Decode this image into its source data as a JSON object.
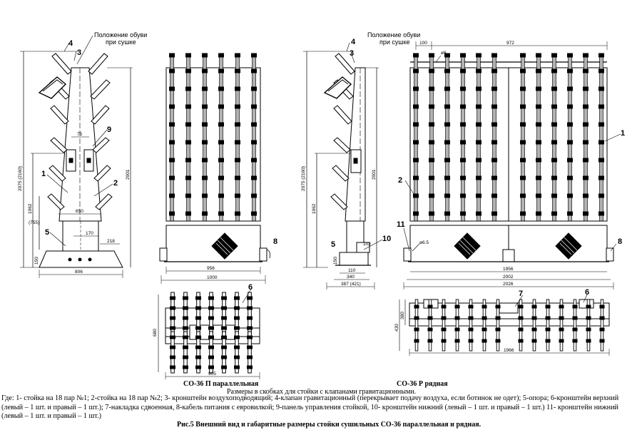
{
  "views": {
    "parallel_caption": "СО-36 П параллельная",
    "row_caption": "СО-36 Р рядная",
    "sizes_note": "Размеры в скобках для стойки с клапанами гравитационными."
  },
  "shoe_position": {
    "left": [
      "Положение обуви",
      "при сушке"
    ],
    "right": [
      "Положение обуви",
      "при сушке"
    ]
  },
  "callouts": {
    "side_left": [
      "4",
      "3",
      "9",
      "1",
      "2",
      "5"
    ],
    "front_left": [
      "8"
    ],
    "plan_left": [
      "6"
    ],
    "side_right": [
      "4",
      "3",
      "5",
      "10"
    ],
    "front_right": [
      "1",
      "2",
      "11",
      "8"
    ],
    "plan_right": [
      "7",
      "6"
    ]
  },
  "dimensions": {
    "side_left": {
      "total_height": "2075 (2160)",
      "height_2": "2001",
      "mid_height": "1062",
      "small_height": "(755)",
      "base_h": "150",
      "w75": "75",
      "w650": "650",
      "w170": "170",
      "w218": "218",
      "width": "806"
    },
    "front_left": {
      "w956": "956",
      "w1000": "1000"
    },
    "plan_left": {
      "depth": "680",
      "width": "905"
    },
    "side_right": {
      "total_height": "2075 (2160)",
      "height_2": "2001",
      "mid_height": "1062",
      "base_h": "150",
      "w110": "110",
      "w340": "340",
      "width": "387 (421)",
      "w102": "102"
    },
    "front_right": {
      "top_gap": "100",
      "top_w": "972",
      "hole_top": "ø8",
      "hole_bottom": "ø6.5",
      "w1956": "1956",
      "w2002": "2002",
      "w2026": "2026"
    },
    "plan_right": {
      "d1": "380",
      "d2": "430",
      "width": "1966"
    }
  },
  "legend": "Где: 1- стойка на 18 пар №1; 2-стойка на 18 пар №2; 3- кронштейн воздухоподводящий; 4-клапан гравитационный (перекрывает подачу воздуха, если ботинок не одет); 5-опора; 6-кронштейн верхний (левый – 1 шт. и правый – 1 шт.); 7-накладка сдвоенная,  8-кабель питания с евровилкой; 9-панель управления стойкой, 10- кронштейн нижний (левый – 1 шт. и правый – 1 шт.) 11- кронштейн нижний (левый – 1 шт. и правый – 1 шт.)",
  "figure_title": "Рис.5 Внешний вид и габаритные размеры стойки сушильных СО-36 параллельная и рядная."
}
